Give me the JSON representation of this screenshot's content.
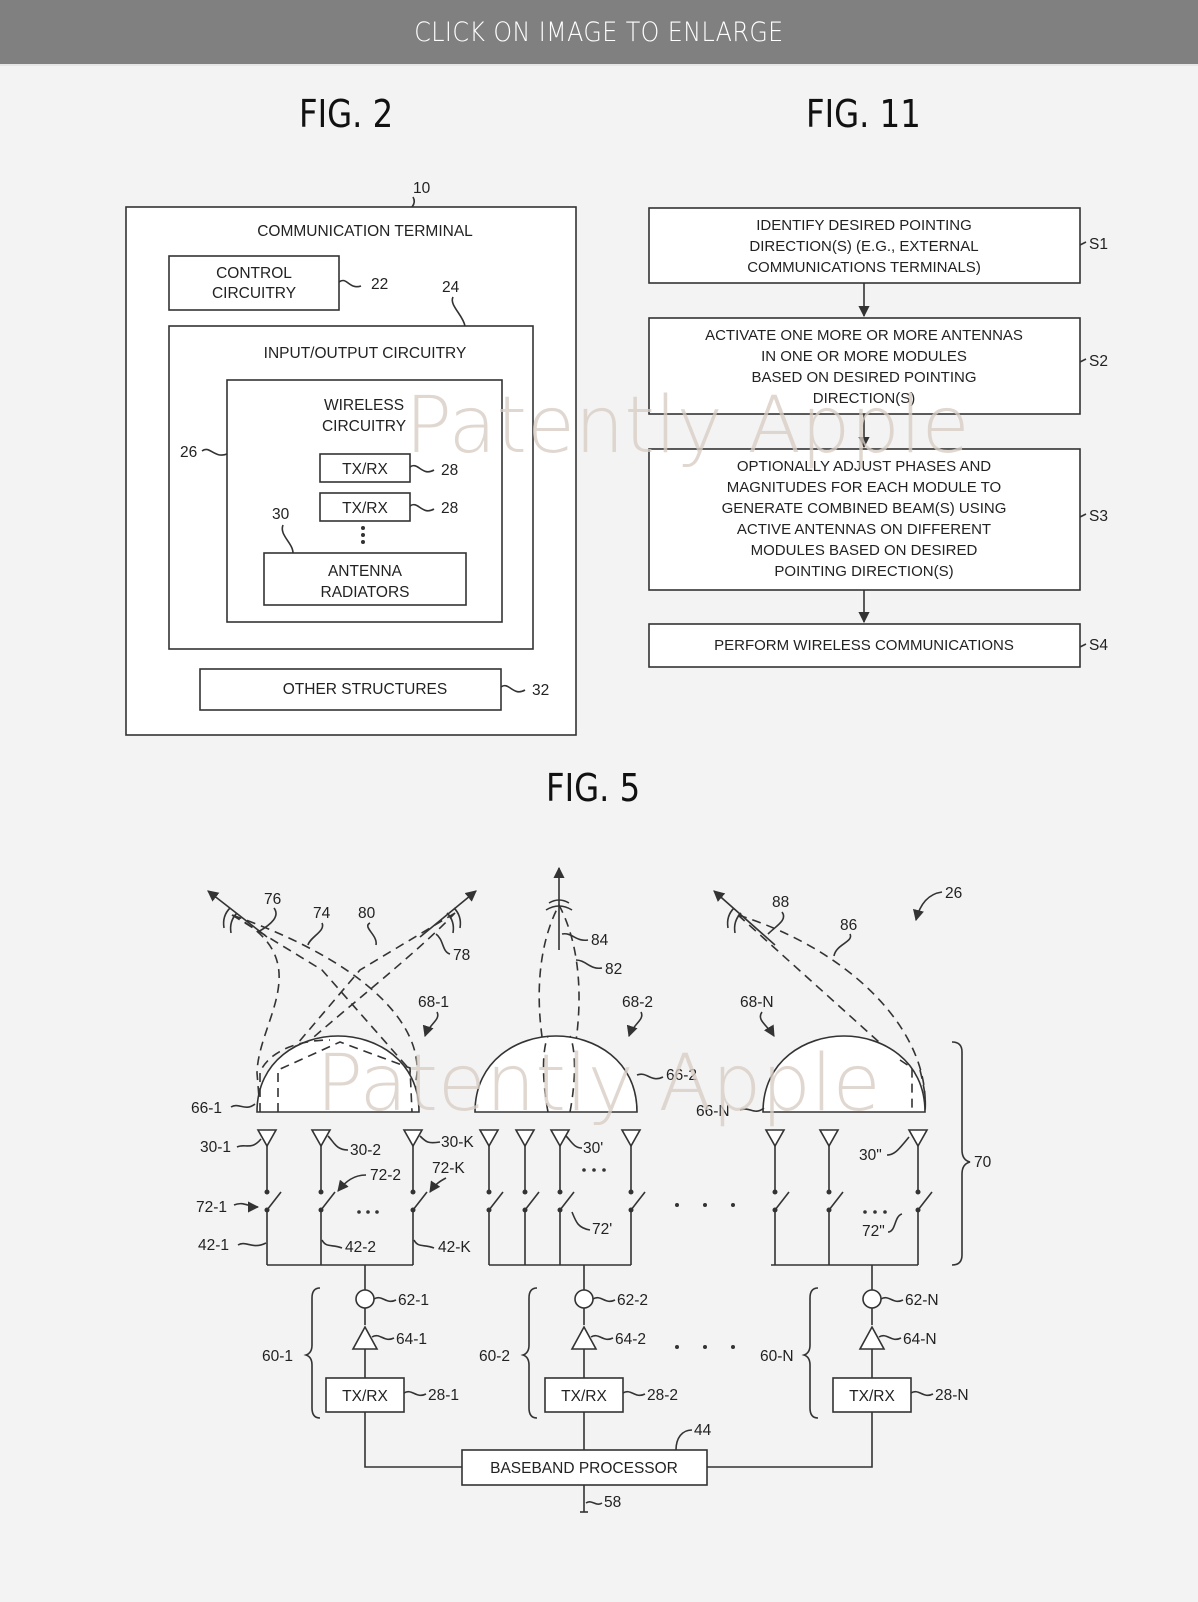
{
  "banner": {
    "label": "CLICK ON IMAGE TO ENLARGE"
  },
  "watermark": "Patently Apple",
  "fig2": {
    "title": "FIG. 2",
    "ref_terminal": "10",
    "terminal_label": "COMMUNICATION TERMINAL",
    "control_label": [
      "CONTROL",
      "CIRCUITRY"
    ],
    "ref_control": "22",
    "ref_io": "24",
    "io_label": "INPUT/OUTPUT CIRCUITRY",
    "ref_wireless": "26",
    "wireless_label": [
      "WIRELESS",
      "CIRCUITRY"
    ],
    "txrx_label": "TX/RX",
    "ref_txrx": "28",
    "ref_antenna": "30",
    "antenna_label": [
      "ANTENNA",
      "RADIATORS"
    ],
    "other_label": "OTHER STRUCTURES",
    "ref_other": "32"
  },
  "fig11": {
    "title": "FIG. 11",
    "steps": [
      {
        "id": "S1",
        "lines": [
          "IDENTIFY DESIRED POINTING",
          "DIRECTION(S) (E.G., EXTERNAL",
          "COMMUNICATIONS TERMINALS)"
        ]
      },
      {
        "id": "S2",
        "lines": [
          "ACTIVATE ONE MORE OR MORE ANTENNAS",
          "IN ONE OR MORE MODULES",
          "BASED ON DESIRED POINTING",
          "DIRECTION(S)"
        ]
      },
      {
        "id": "S3",
        "lines": [
          "OPTIONALLY ADJUST PHASES AND",
          "MAGNITUDES FOR EACH MODULE TO",
          "GENERATE COMBINED BEAM(S) USING",
          "ACTIVE ANTENNAS ON DIFFERENT",
          "MODULES BASED ON DESIRED",
          "POINTING DIRECTION(S)"
        ]
      },
      {
        "id": "S4",
        "lines": [
          "PERFORM WIRELESS COMMUNICATIONS"
        ]
      }
    ]
  },
  "fig5": {
    "title": "FIG. 5",
    "ref_overall": "26",
    "beam_refs": {
      "r76": "76",
      "r74": "74",
      "r80": "80",
      "r78": "78",
      "r84": "84",
      "r82": "82",
      "r88": "88",
      "r86": "86"
    },
    "modules": [
      {
        "lens_ref": "68-1",
        "dome_ref": "66-1",
        "antenna_refs": [
          "30-1",
          "30-2",
          "30-K"
        ],
        "switch_refs": [
          "72-1",
          "72-2",
          "72-K"
        ],
        "line_refs": [
          "42-1",
          "42-2",
          "42-K"
        ],
        "phase_ref": "62-1",
        "amp_ref": "64-1",
        "chain_ref": "60-1",
        "txrx_ref": "28-1"
      },
      {
        "lens_ref": "68-2",
        "dome_ref": "66-2",
        "antenna_refs": [
          "30'"
        ],
        "switch_refs": [
          "72'"
        ],
        "phase_ref": "62-2",
        "amp_ref": "64-2",
        "chain_ref": "60-2",
        "txrx_ref": "28-2"
      },
      {
        "lens_ref": "68-N",
        "dome_ref": "66-N",
        "antenna_refs": [
          "30\""
        ],
        "switch_refs": [
          "72\""
        ],
        "phase_ref": "62-N",
        "amp_ref": "64-N",
        "chain_ref": "60-N",
        "txrx_ref": "28-N"
      }
    ],
    "array_ref": "70",
    "txrx_label": "TX/RX",
    "baseband_label": "BASEBAND PROCESSOR",
    "baseband_ref": "44",
    "bus_ref": "58"
  }
}
